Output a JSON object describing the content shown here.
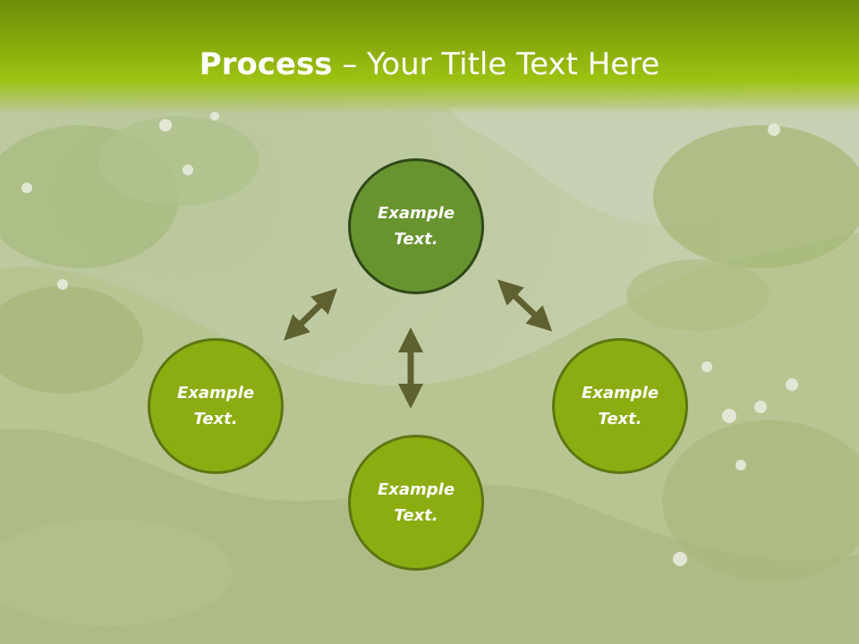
{
  "title": {
    "bold": "Process",
    "rest": " – Your Title Text Here"
  },
  "nodes": {
    "top": {
      "line1": "Example",
      "line2": "Text."
    },
    "left": {
      "line1": "Example",
      "line2": "Text."
    },
    "right": {
      "line1": "Example",
      "line2": "Text."
    },
    "bottom": {
      "line1": "Example",
      "line2": "Text."
    }
  },
  "colors": {
    "header": "#9dc212",
    "node_dark": "#689430",
    "node_light": "#8cad12",
    "arrow": "#5f6130"
  }
}
